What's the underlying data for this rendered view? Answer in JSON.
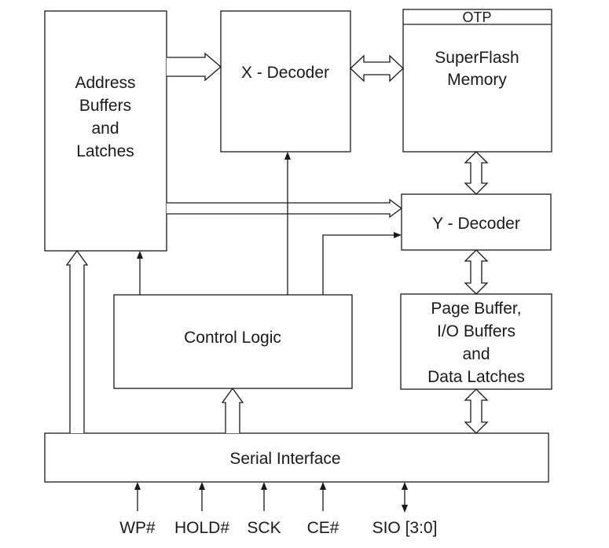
{
  "blocks": {
    "address_buffers": [
      "Address",
      "Buffers",
      "and",
      "Latches"
    ],
    "x_decoder": "X - Decoder",
    "otp": "OTP",
    "superflash": [
      "SuperFlash",
      "Memory"
    ],
    "y_decoder": "Y - Decoder",
    "control_logic": "Control Logic",
    "page_buffer": [
      "Page Buffer,",
      "I/O Buffers",
      "and",
      "Data Latches"
    ],
    "serial_interface": "Serial Interface"
  },
  "pins": [
    "WP#",
    "HOLD#",
    "SCK",
    "CE#",
    "SIO [3:0]"
  ]
}
